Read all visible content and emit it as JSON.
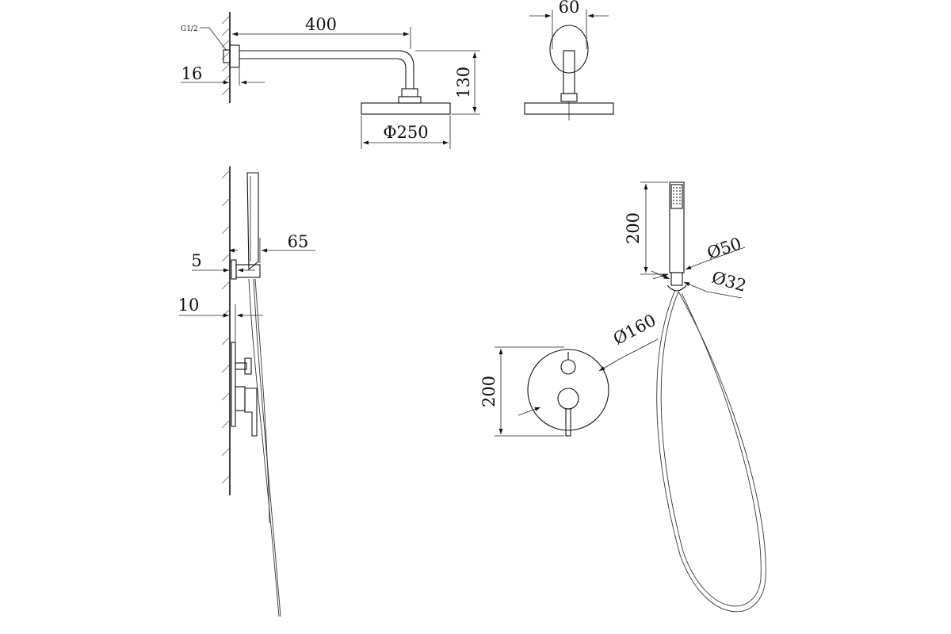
{
  "drawing": {
    "head_view": {
      "thread_label": "G1/2",
      "arm_length": "400",
      "wall_offset": "16",
      "drop_height": "130",
      "head_diameter": "Φ250"
    },
    "head_side_view": {
      "arm_width": "60"
    },
    "hand_side_view": {
      "holder_depth": "65",
      "flange_gap": "5",
      "mixer_offset": "10"
    },
    "hand_front_view": {
      "handle_length": "200",
      "head_diameter": "Ø50",
      "neck_diameter": "Ø32"
    },
    "mixer_front_view": {
      "plate_diameter": "Ø160",
      "plate_height": "200"
    }
  }
}
